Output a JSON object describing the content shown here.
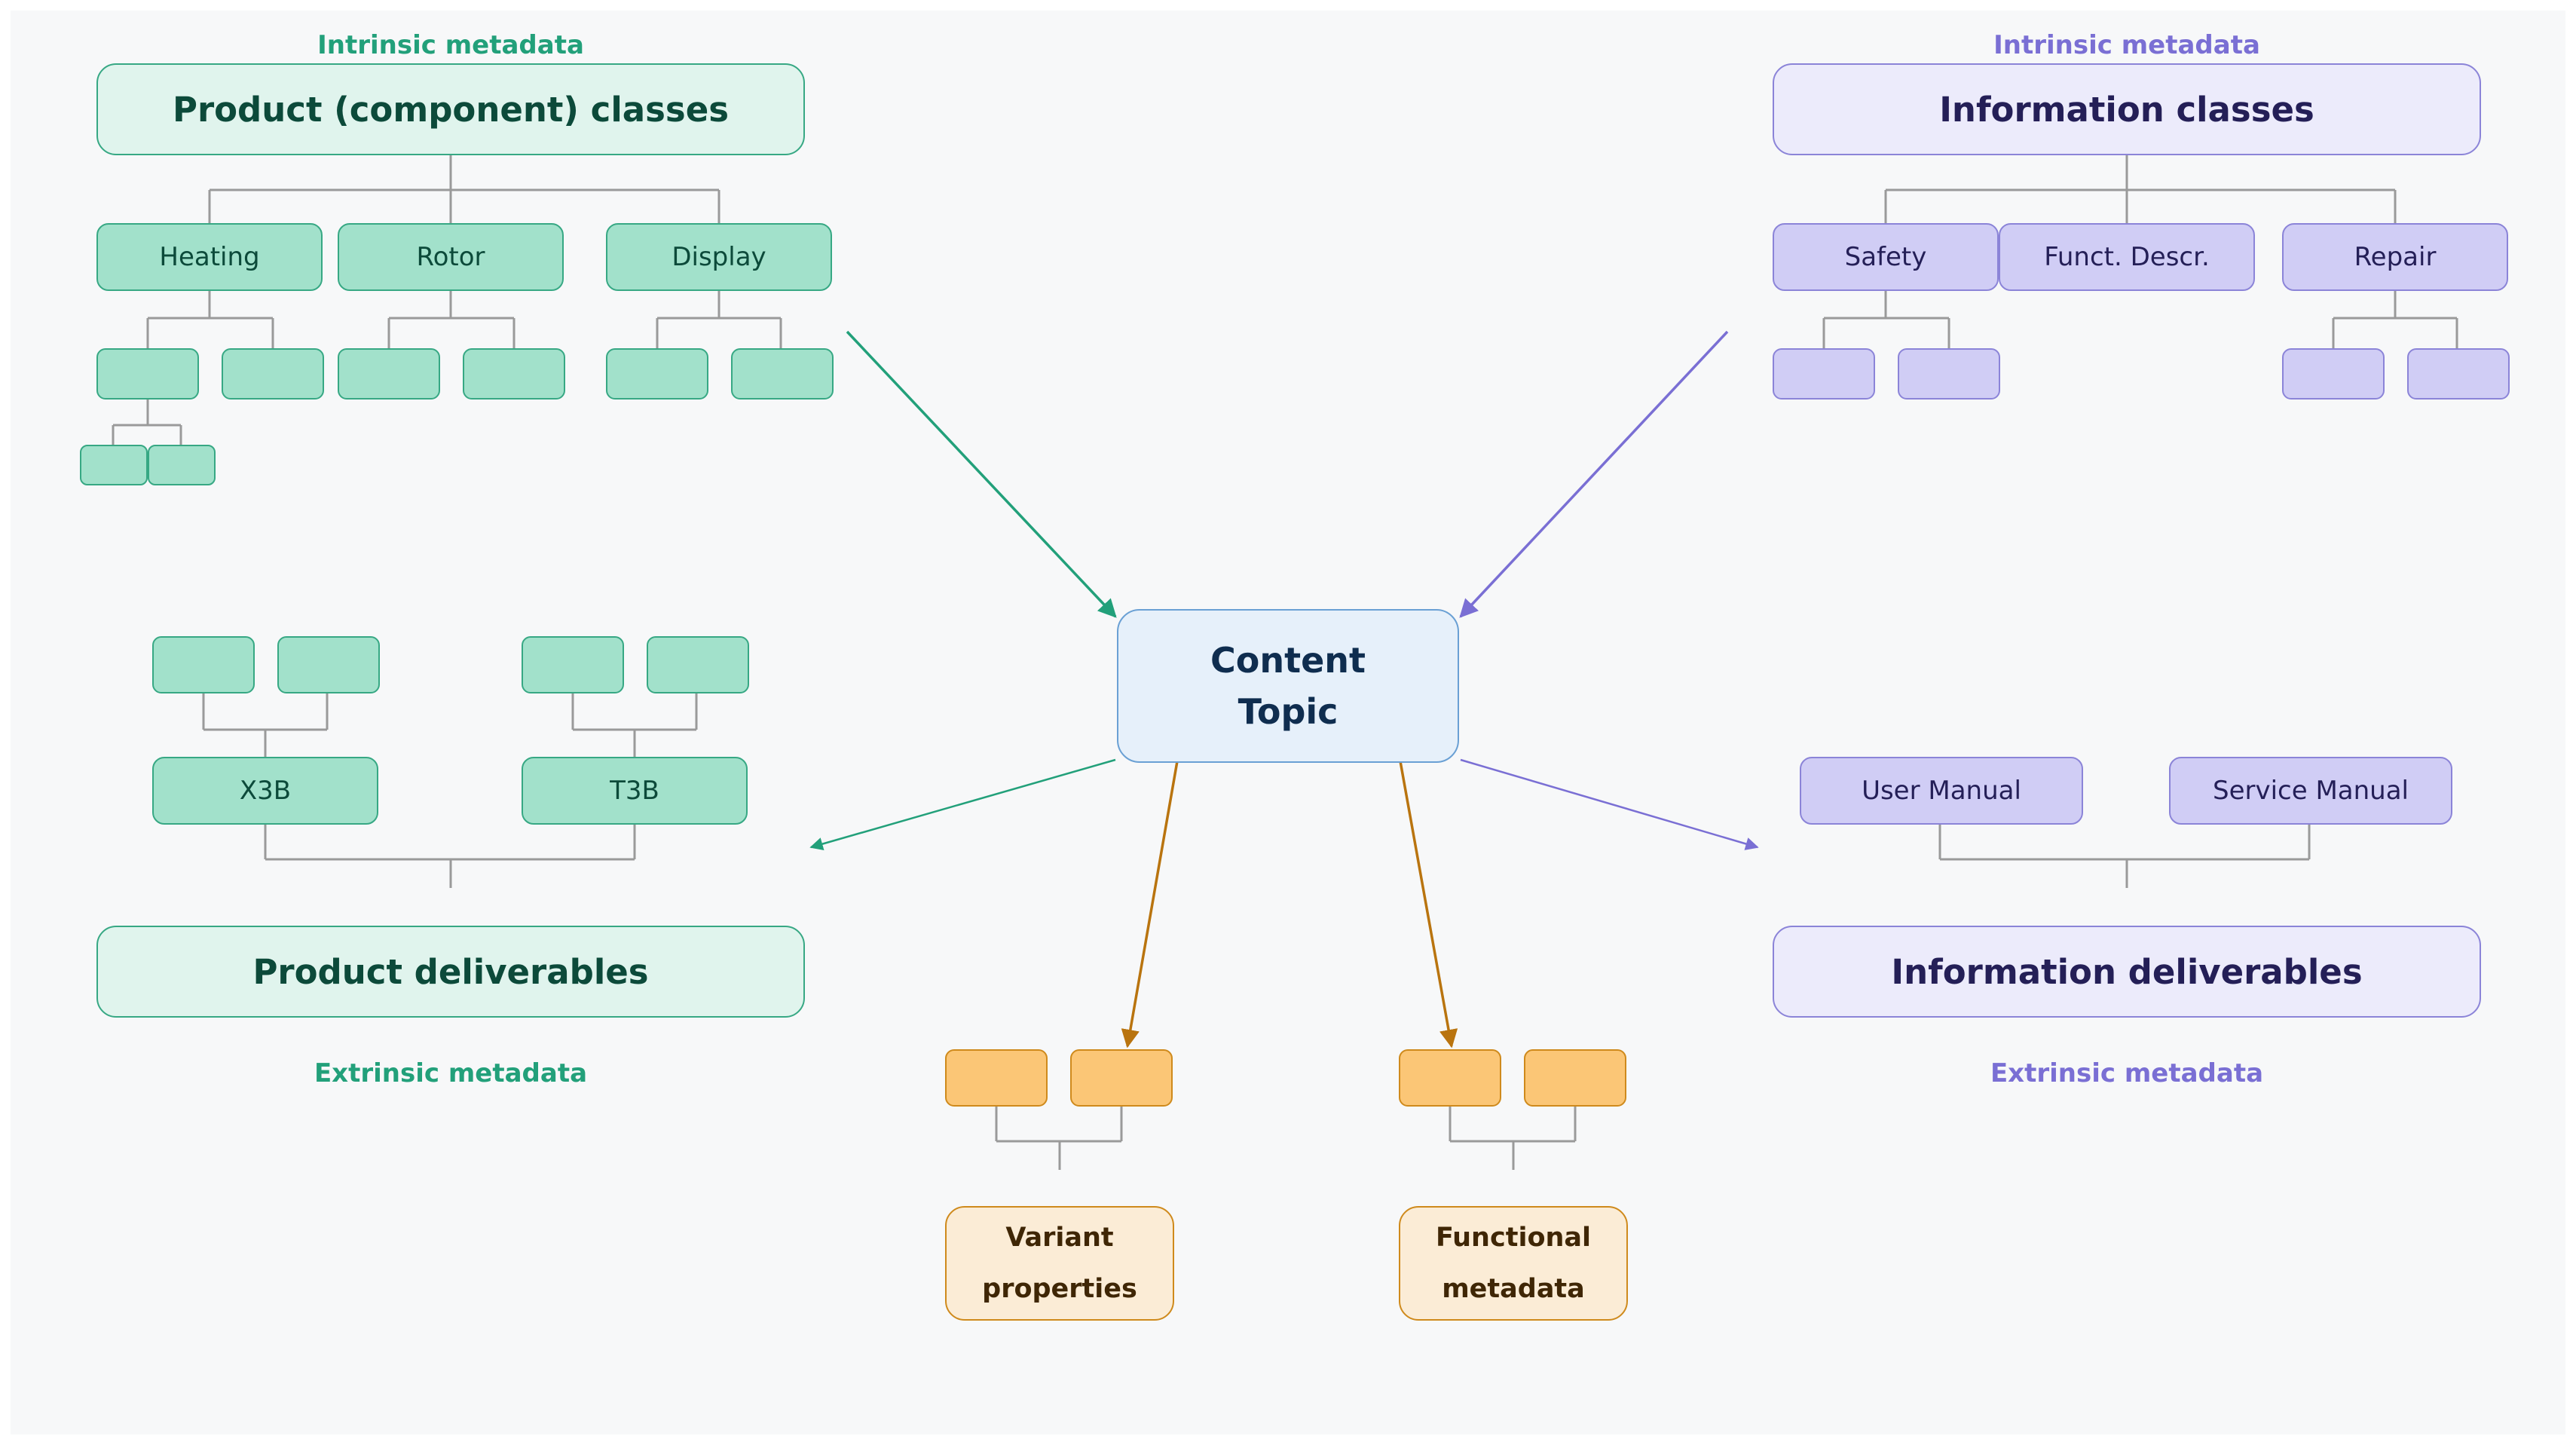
{
  "product_side": {
    "intrinsic_label": "Intrinsic metadata",
    "classes_title": "Product (component) classes",
    "components": [
      "Heating",
      "Rotor",
      "Display"
    ],
    "variants": [
      "X3B",
      "T3B"
    ],
    "deliverables_title": "Product deliverables",
    "extrinsic_label": "Extrinsic metadata"
  },
  "information_side": {
    "intrinsic_label": "Intrinsic metadata",
    "classes_title": "Information classes",
    "classes": [
      "Safety",
      "Funct. Descr.",
      "Repair"
    ],
    "manuals": [
      "User Manual",
      "Service Manual"
    ],
    "deliverables_title": "Information deliverables",
    "extrinsic_label": "Extrinsic metadata"
  },
  "center": {
    "line1": "Content",
    "line2": "Topic"
  },
  "bottom": {
    "variant": {
      "line1": "Variant",
      "line2": "properties"
    },
    "functional": {
      "line1": "Functional",
      "line2": "metadata"
    }
  },
  "colors": {
    "green": "#22a07a",
    "purple": "#7a6fd4",
    "orange": "#b9740f",
    "connector": "#9a9a9a"
  }
}
